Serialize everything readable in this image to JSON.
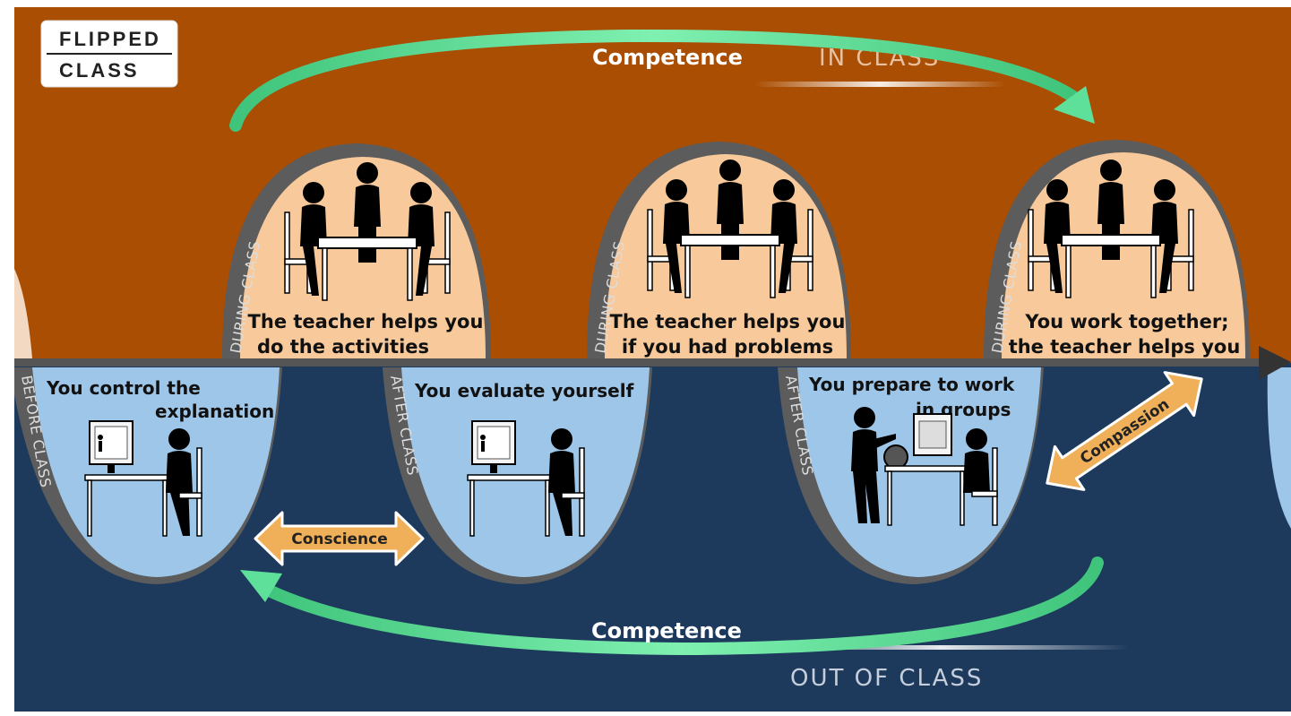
{
  "logo": {
    "line1": "FLIPPED",
    "line2": "CLASS"
  },
  "regions": {
    "in_class": "IN CLASS",
    "out_of_class": "OUT OF CLASS"
  },
  "competence_top": "Competence",
  "competence_bottom": "Competence",
  "conscience": "Conscience",
  "compassion": "Compassion",
  "during": [
    {
      "side": "DURING CLASS",
      "line1": "The teacher helps you",
      "line2": "do the activities"
    },
    {
      "side": "DURING CLASS",
      "line1": "The teacher helps you",
      "line2": "if you had problems"
    },
    {
      "side": "DURING CLASS",
      "line1": "You work together;",
      "line2": "the teacher helps you"
    }
  ],
  "outside": [
    {
      "side": "BEFORE CLASS",
      "line1": "You control the",
      "line2": "explanation"
    },
    {
      "side": "AFTER CLASS",
      "line1": "You evaluate yourself",
      "line2": ""
    },
    {
      "side": "AFTER CLASS",
      "line1": "You prepare to work",
      "line2": "in groups"
    }
  ],
  "colors": {
    "in_class_bg": "#a94e03",
    "out_class_bg": "#1d3a5c",
    "during_bubble": "#f8c99a",
    "outside_bubble": "#9ec6e8",
    "competence_arrow": "#5fe09a",
    "orange_arrow": "#f0b059"
  }
}
